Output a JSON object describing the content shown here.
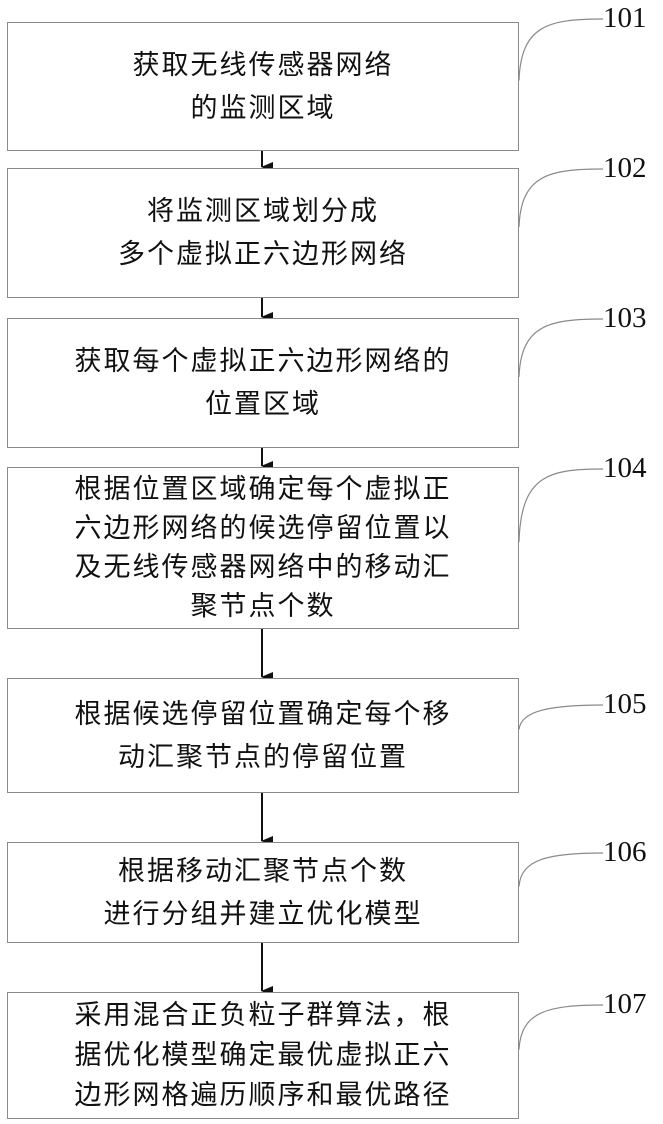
{
  "steps": [
    {
      "id": "101",
      "lines": [
        "获取无线传感器网络",
        "的监测区域"
      ]
    },
    {
      "id": "102",
      "lines": [
        "将监测区域划分成",
        "多个虚拟正六边形网络"
      ]
    },
    {
      "id": "103",
      "lines": [
        "获取每个虚拟正六边形网络的",
        "位置区域"
      ]
    },
    {
      "id": "104",
      "lines": [
        "根据位置区域确定每个虚拟正",
        "六边形网络的候选停留位置以",
        "及无线传感器网络中的移动汇",
        "聚节点个数"
      ]
    },
    {
      "id": "105",
      "lines": [
        "根据候选停留位置确定每个移",
        "动汇聚节点的停留位置"
      ]
    },
    {
      "id": "106",
      "lines": [
        "根据移动汇聚节点个数",
        "进行分组并建立优化模型"
      ]
    },
    {
      "id": "107",
      "lines": [
        "采用混合正负粒子群算法，根",
        "据优化模型确定最优虚拟正六",
        "边形网格遍历顺序和最优路径"
      ]
    }
  ]
}
